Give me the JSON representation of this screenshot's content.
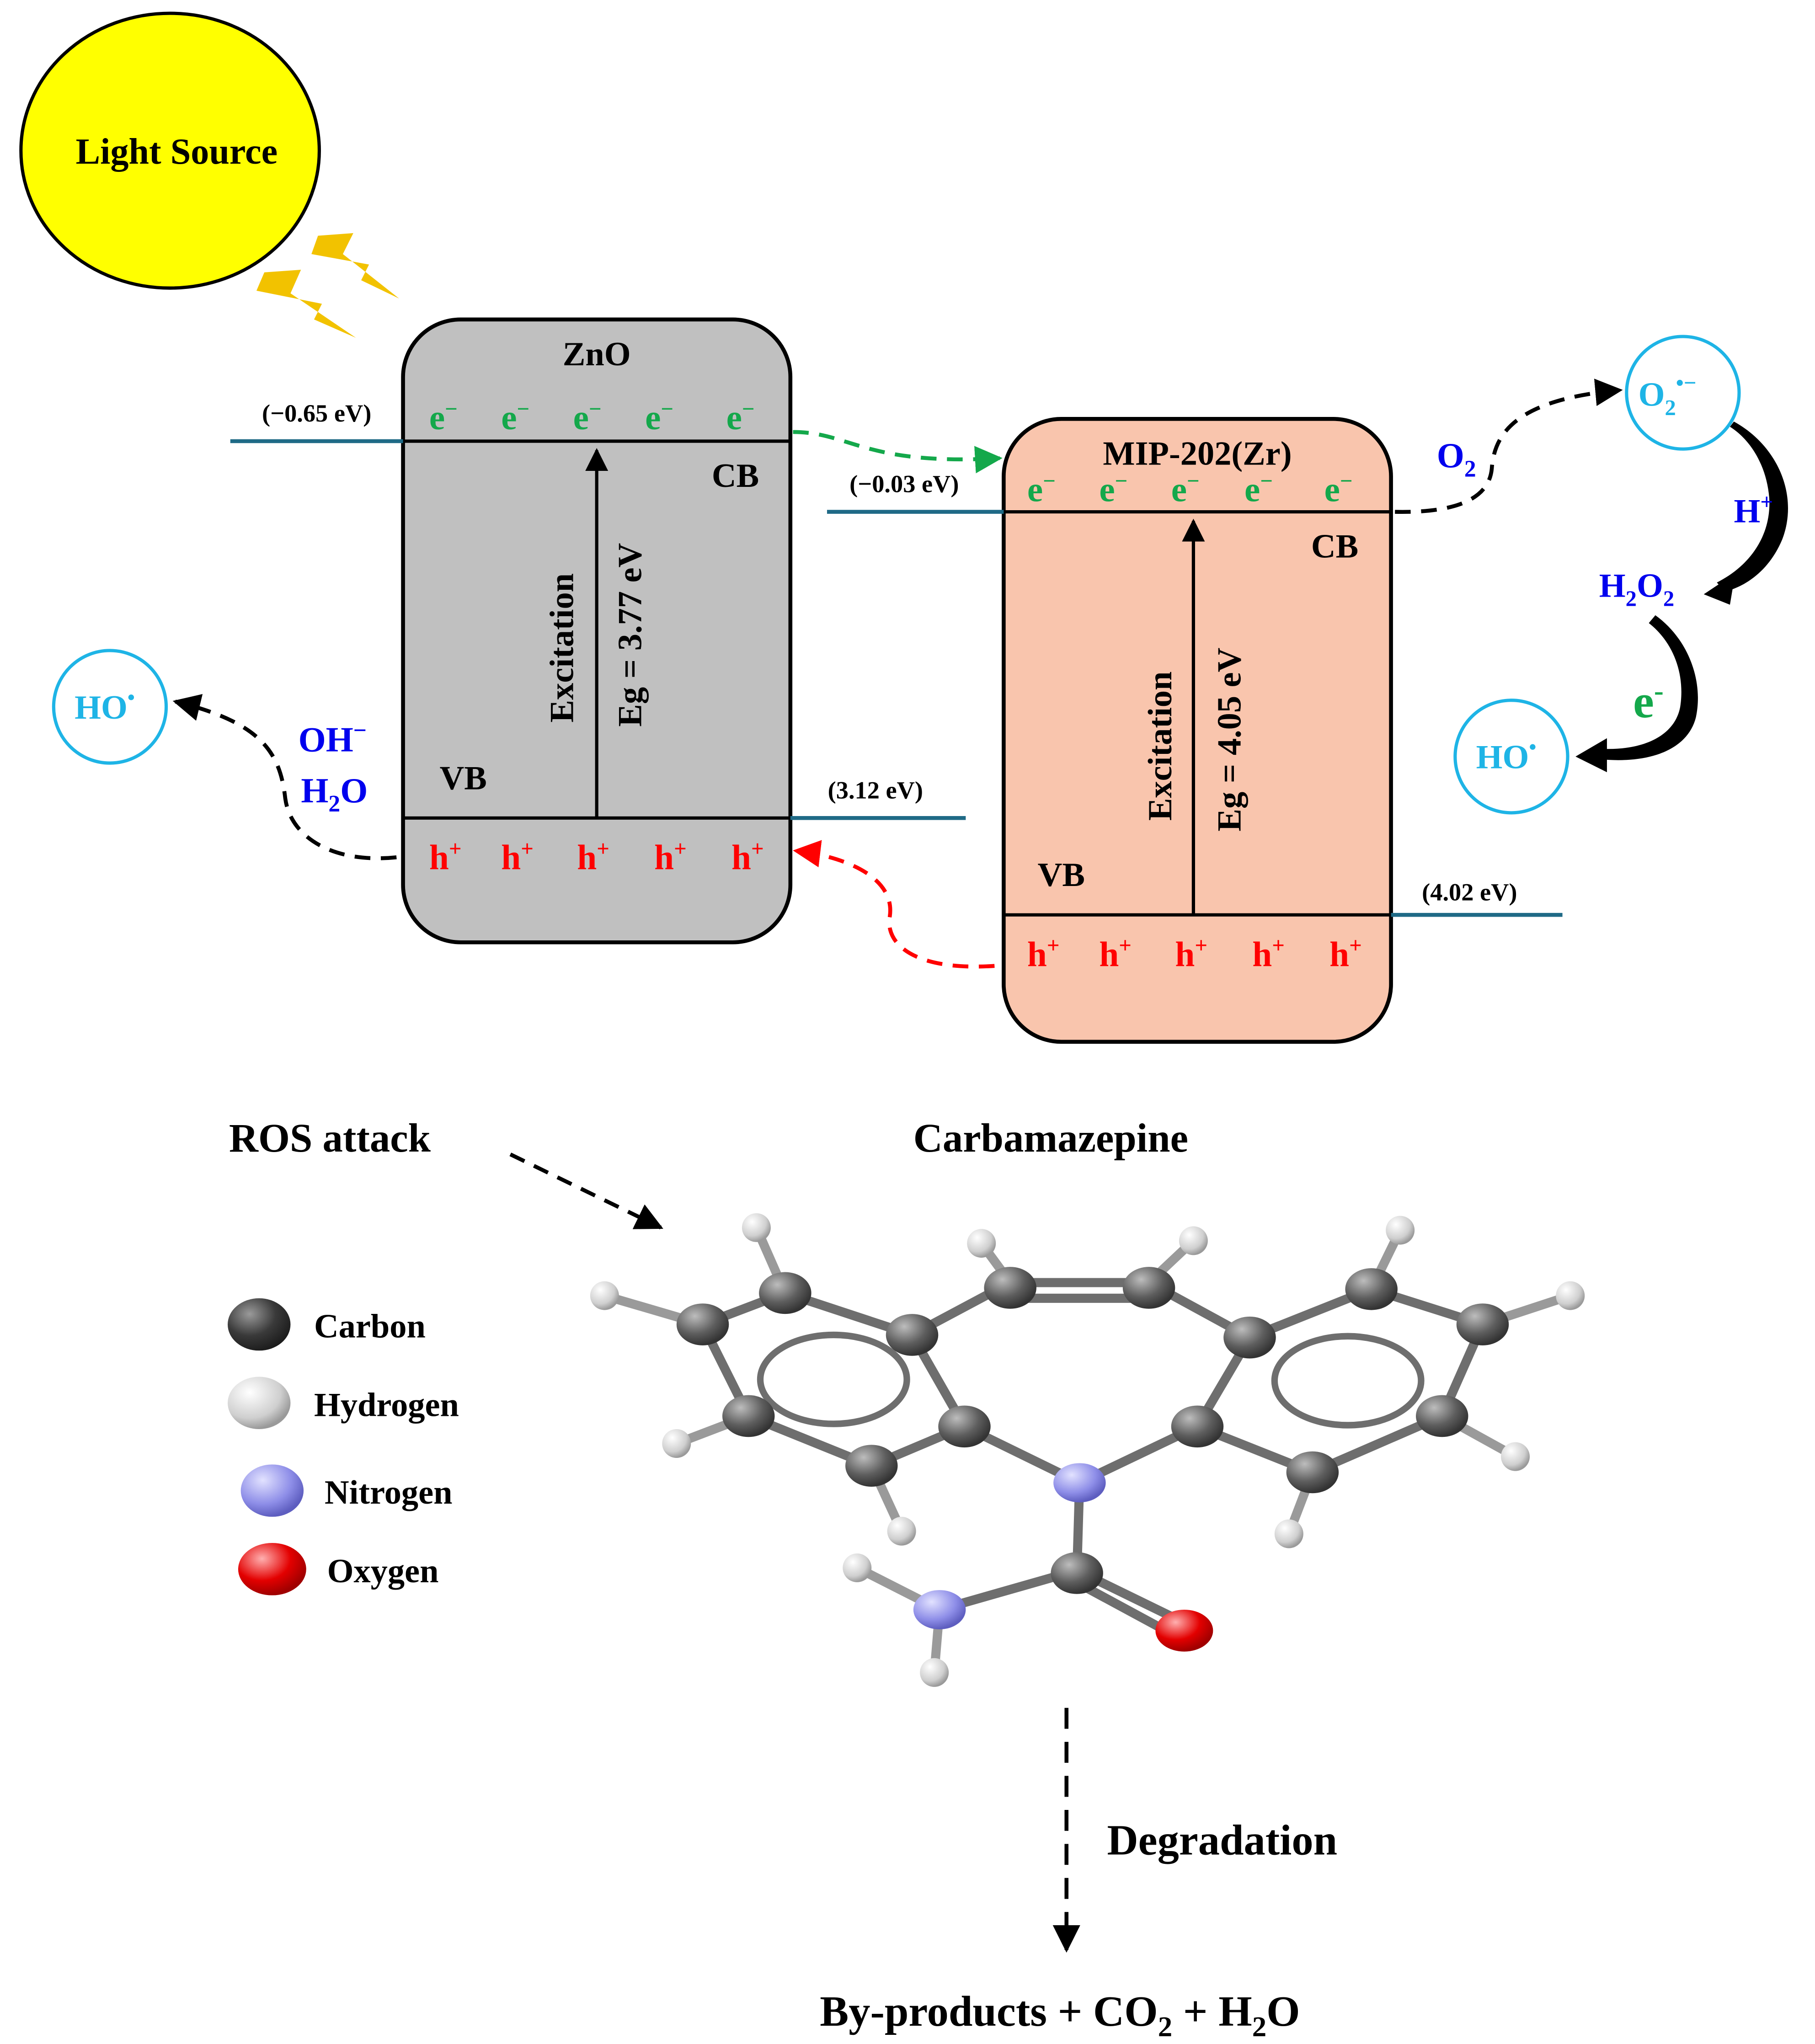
{
  "light_source": {
    "label": "Light Source"
  },
  "zno": {
    "name": "ZnO",
    "cb_label": "CB",
    "vb_label": "VB",
    "cb_energy": "(−0.65 eV)",
    "vb_energy": "(3.12 eV)",
    "excitation": "Excitation",
    "bandgap": "Eg = 3.77 eV",
    "electron": "e",
    "electron_sup": "−",
    "hole": "h",
    "hole_sup": "+"
  },
  "mip": {
    "name": "MIP-202(Zr)",
    "cb_label": "CB",
    "vb_label": "VB",
    "cb_energy": "(−0.03 eV)",
    "vb_energy": "(4.02 eV)",
    "excitation": "Excitation",
    "bandgap": "Eg = 4.05 eV",
    "electron": "e",
    "electron_sup": "−",
    "hole": "h",
    "hole_sup": "+"
  },
  "left_reaction": {
    "product": "HO",
    "product_radical": "•",
    "oh_minus": "OH",
    "oh_minus_sup": "−",
    "h2o_h": "H",
    "h2o_sub": "2",
    "h2o_o": "O"
  },
  "right_reaction": {
    "o2": "O",
    "o2_sub": "2",
    "superoxide": "O",
    "superoxide_sub": "2",
    "superoxide_sup": "•−",
    "h_plus": "H",
    "h_plus_sup": "+",
    "h2o2_h": "H",
    "h2o2_sub1": "2",
    "h2o2_o": "O",
    "h2o2_sub2": "2",
    "electron": "e",
    "electron_sup": "-",
    "product": "HO",
    "product_radical": "•"
  },
  "molecule": {
    "ros_attack": "ROS attack",
    "name": "Carbamazepine",
    "legend": [
      "Carbon",
      "Hydrogen",
      "Nitrogen",
      "Oxygen"
    ],
    "degradation": "Degradation",
    "byproducts": "By-products + CO",
    "byproducts_sub": "2",
    "byproducts_tail": " + H",
    "byproducts_sub2": "2",
    "byproducts_end": "O"
  },
  "colors": {
    "sun": "#ffff00",
    "zno_box": "#c0c0c0",
    "mip_box": "#f9c5ad",
    "level_line": "#1f6a86",
    "electron": "#14a84b",
    "hole": "#ff0000",
    "blue_text": "#0000ee",
    "cyan": "#1eb4e6",
    "bolt": "#f2c200",
    "carbon": "#5a5a5a",
    "hydrogen": "#d8d8d8",
    "nitrogen": "#8e8ee8",
    "oxygen": "#e30000"
  }
}
